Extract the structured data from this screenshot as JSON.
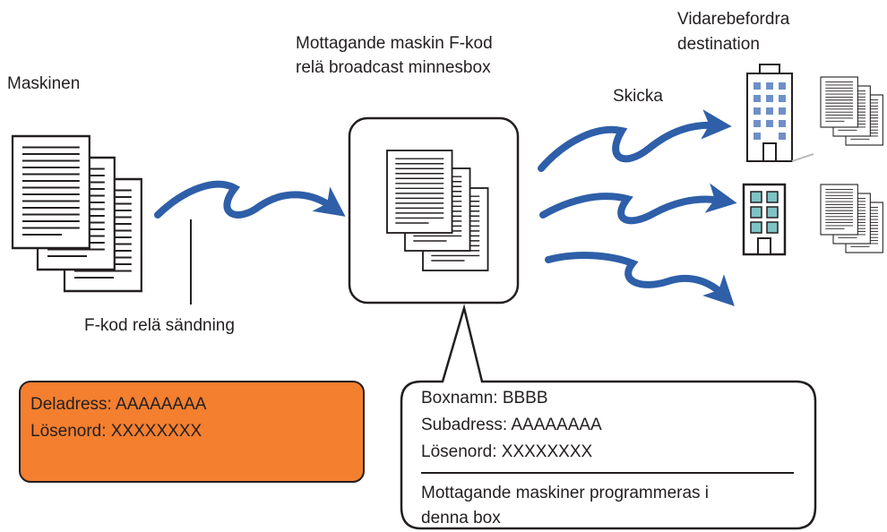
{
  "labels": {
    "sender": "Maskinen",
    "relay_line1": "Mottagande maskin F-kod",
    "relay_line2": "relä broadcast minnesbox",
    "forward_line1": "Vidarebefordra",
    "forward_line2": "destination",
    "send": "Skicka",
    "transmission": "F-kod relä sändning"
  },
  "sender_box": {
    "subaddress": "Deladress: AAAAAAAA",
    "password": "Lösenord: XXXXXXXX",
    "color": "#f47f2f"
  },
  "relay_box": {
    "box_name": "Boxnamn: BBBB",
    "subaddress": "Subadress: AAAAAAAA",
    "password": "Lösenord: XXXXXXXX",
    "note_line1": "Mottagande maskiner programmeras i",
    "note_line2": "denna box"
  },
  "colors": {
    "arrow": "#2e5fa8",
    "building_window": "#6f8fc8",
    "building_glass": "#7fc3c6"
  },
  "icons": [
    "document-stack-icon",
    "office-building-icon",
    "apartment-building-icon",
    "wave-arrow-icon"
  ]
}
